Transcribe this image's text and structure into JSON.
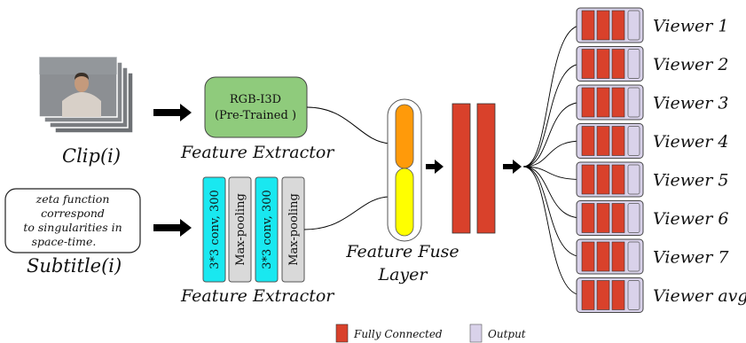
{
  "clip": {
    "label": "Clip(i)",
    "frame_colors": {
      "wall": "#8c8f93",
      "shirt": "#d8d0c8",
      "skin": "#c49a7c",
      "hair": "#3a3028"
    }
  },
  "subtitle": {
    "label": "Subtitle(i)",
    "lines": [
      "zeta function",
      "correspond",
      "to singularities in",
      "space-time."
    ]
  },
  "rgb_extractor": {
    "line1": "RGB-I3D",
    "line2": "(Pre-Trained )",
    "caption": "Feature Extractor",
    "fill": "#8fcb7c"
  },
  "text_extractor": {
    "blocks": [
      {
        "text": "3*3 conv, 300",
        "fill": "#19e8f0"
      },
      {
        "text": "Max-pooling",
        "fill": "#d9d9d9"
      },
      {
        "text": "3*3 conv, 300",
        "fill": "#19e8f0"
      },
      {
        "text": "Max-pooling",
        "fill": "#d9d9d9"
      }
    ],
    "caption": "Feature Extractor"
  },
  "fuse_layer": {
    "caption_line1": "Feature Fuse",
    "caption_line2": "Layer",
    "top_color": "#ff9a0a",
    "bottom_color": "#ffff00"
  },
  "fully_connected_color": "#d9412b",
  "output_color": "#d9d2ea",
  "viewers": [
    "Viewer 1",
    "Viewer 2",
    "Viewer 3",
    "Viewer 4",
    "Viewer 5",
    "Viewer 6",
    "Viewer 7",
    "Viewer avg"
  ],
  "legend": {
    "fc_label": "Fully Connected",
    "output_label": "Output"
  }
}
